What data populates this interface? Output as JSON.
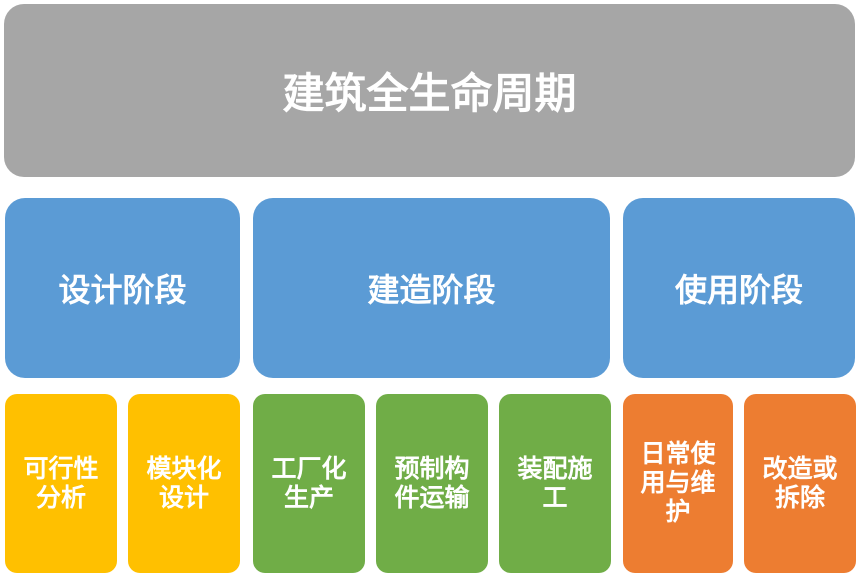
{
  "diagram": {
    "title": "建筑全生命周期",
    "phases": [
      {
        "label": "设计阶段"
      },
      {
        "label": "建造阶段"
      },
      {
        "label": "使用阶段"
      }
    ],
    "sub_items": [
      {
        "label": "可行性\n分析",
        "phase": "设计阶段"
      },
      {
        "label": "模块化\n设计",
        "phase": "设计阶段"
      },
      {
        "label": "工厂化\n生产",
        "phase": "建造阶段"
      },
      {
        "label": "预制构\n件运输",
        "phase": "建造阶段"
      },
      {
        "label": "装配施\n工",
        "phase": "建造阶段"
      },
      {
        "label": "日常使\n用与维\n护",
        "phase": "使用阶段"
      },
      {
        "label": "改造或\n拆除",
        "phase": "使用阶段"
      }
    ],
    "colors": {
      "title_box": "#A6A6A6",
      "phase_box": "#5B9BD5",
      "design_sub_box": "#FFC000",
      "construction_sub_box": "#70AD47",
      "use_sub_box": "#ED7D31",
      "text": "#FFFFFF",
      "background": "#FFFFFF"
    }
  }
}
